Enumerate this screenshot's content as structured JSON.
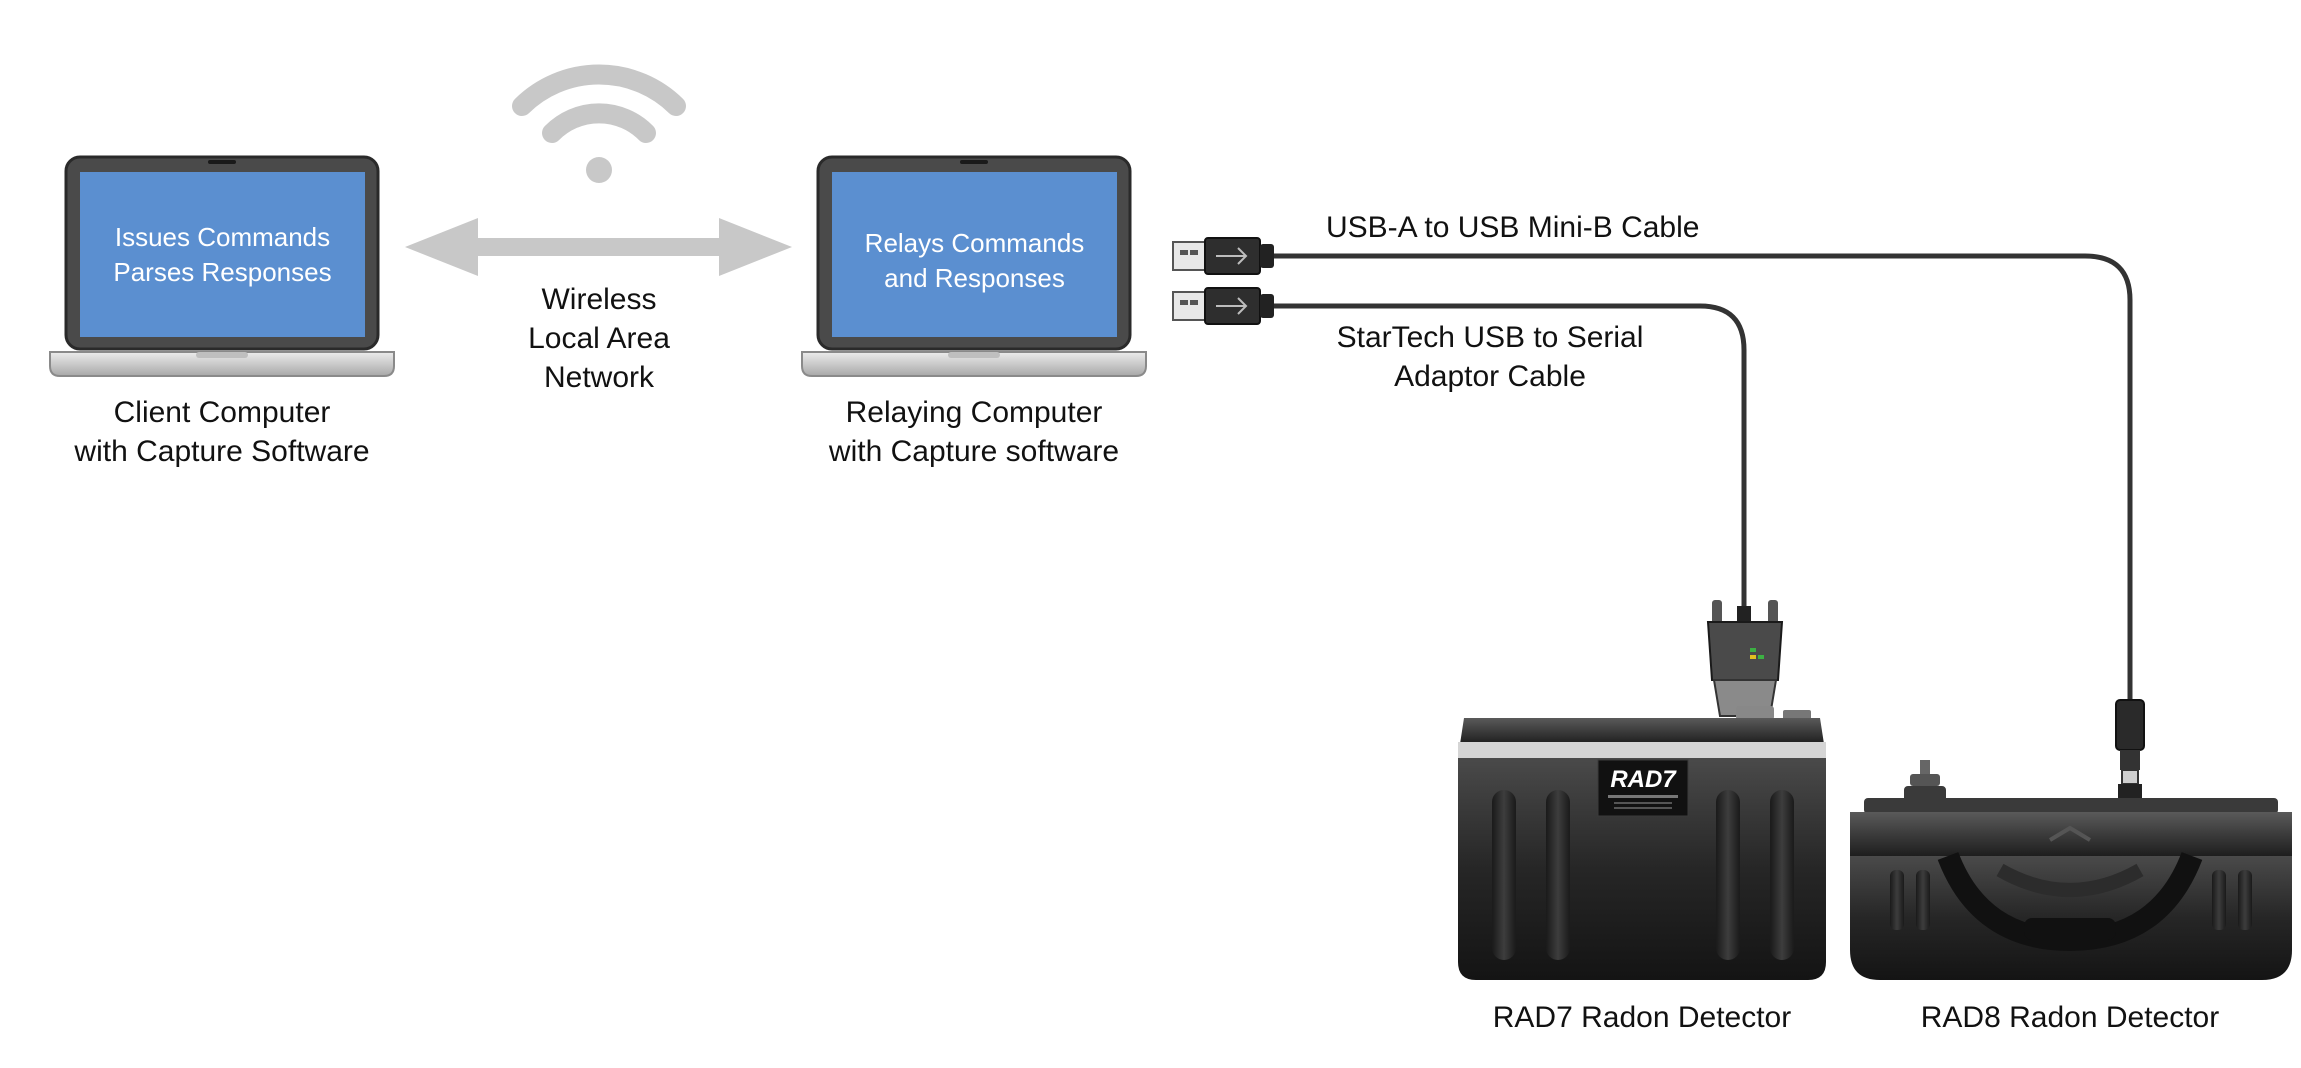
{
  "client": {
    "screen_lines": [
      "Issues Commands",
      "Parses Responses"
    ],
    "caption_lines": [
      "Client Computer",
      "with Capture Software"
    ]
  },
  "network": {
    "lines": [
      "Wireless",
      "Local Area",
      "Network"
    ]
  },
  "relay": {
    "screen_lines": [
      "Relays Commands",
      "and Responses"
    ],
    "caption_lines": [
      "Relaying Computer",
      "with Capture software"
    ]
  },
  "cables": {
    "usb_mini": "USB-A to USB Mini-B Cable",
    "serial_lines": [
      "StarTech USB to Serial",
      "Adaptor Cable"
    ]
  },
  "rad7": {
    "badge": "RAD7",
    "caption": "RAD7 Radon Detector"
  },
  "rad8": {
    "caption": "RAD8 Radon Detector"
  },
  "colors": {
    "screen": "#5b8fd0",
    "laptop_body": "#4a4a4a",
    "laptop_base": "#d9d9d9",
    "arrow": "#c8c8c8",
    "cable": "#333333",
    "case": "#2a2a2a"
  },
  "icons": [
    "wifi-icon",
    "double-arrow-icon",
    "usb-plug-icon",
    "db9-connector-icon",
    "laptop-icon"
  ]
}
